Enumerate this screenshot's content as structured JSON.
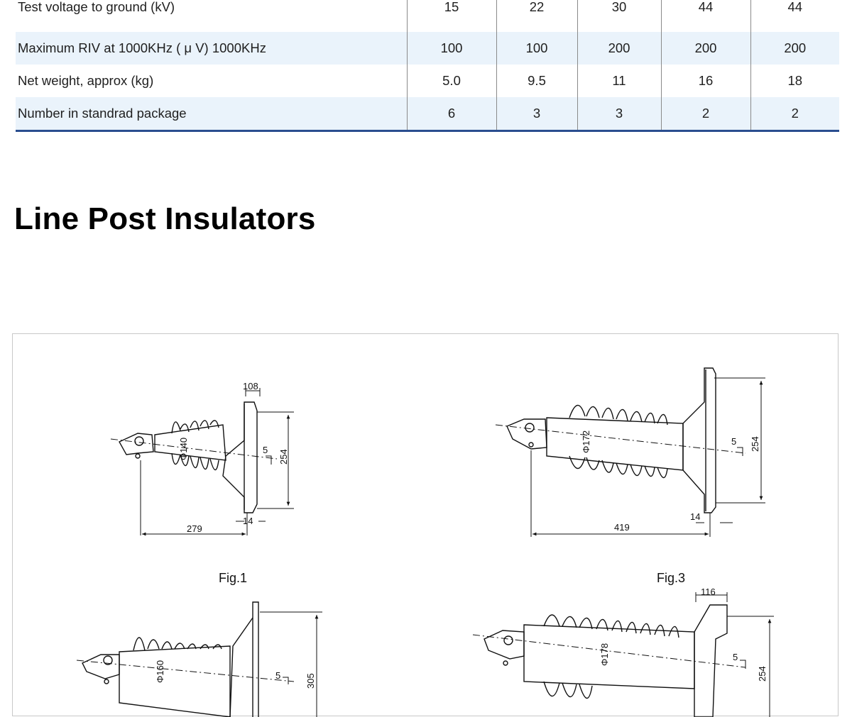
{
  "spec_table": {
    "rows": [
      {
        "param": "Test voltage to ground (kV)",
        "values": [
          "15",
          "22",
          "30",
          "44",
          "44"
        ]
      },
      {
        "param": "Maximum RIV at 1000KHz ( μ V) 1000KHz",
        "values": [
          "100",
          "100",
          "200",
          "200",
          "200"
        ]
      },
      {
        "param": "Net weight, approx (kg)",
        "values": [
          "5.0",
          "9.5",
          "11",
          "16",
          "18"
        ]
      },
      {
        "param": "Number in standrad package",
        "values": [
          "6",
          "3",
          "3",
          "2",
          "2"
        ]
      }
    ]
  },
  "section_title": "Line Post Insulators",
  "figures": {
    "fig1": {
      "caption": "Fig.1",
      "dims": {
        "top_width": "108",
        "diameter": "Φ140",
        "tilt": "5",
        "height": "254",
        "length": "279",
        "base": "14"
      }
    },
    "fig3": {
      "caption": "Fig.3",
      "dims": {
        "diameter": "Φ172",
        "tilt": "5",
        "height": "254",
        "base": "14",
        "length": "419"
      }
    },
    "fig2": {
      "dims": {
        "diameter": "Φ160",
        "tilt": "5",
        "height": "305"
      }
    },
    "fig4": {
      "dims": {
        "top_width": "116",
        "diameter": "Φ178",
        "tilt": "5",
        "height": "254"
      }
    }
  }
}
